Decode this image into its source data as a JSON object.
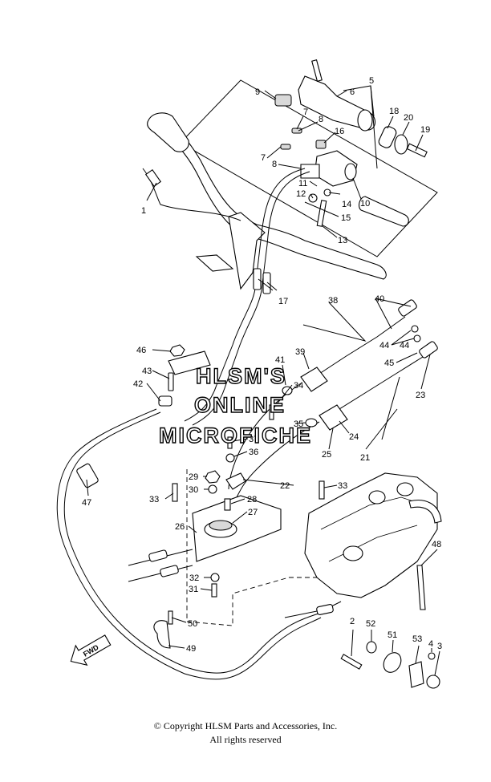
{
  "callouts": [
    {
      "label": "1"
    },
    {
      "label": "2"
    },
    {
      "label": "3"
    },
    {
      "label": "4"
    },
    {
      "label": "5"
    },
    {
      "label": "6"
    },
    {
      "label": "7"
    },
    {
      "label": "7"
    },
    {
      "label": "8"
    },
    {
      "label": "8"
    },
    {
      "label": "9"
    },
    {
      "label": "10"
    },
    {
      "label": "11"
    },
    {
      "label": "12"
    },
    {
      "label": "13"
    },
    {
      "label": "14"
    },
    {
      "label": "15"
    },
    {
      "label": "16"
    },
    {
      "label": "17"
    },
    {
      "label": "18"
    },
    {
      "label": "19"
    },
    {
      "label": "20"
    },
    {
      "label": "21"
    },
    {
      "label": "22"
    },
    {
      "label": "23"
    },
    {
      "label": "24"
    },
    {
      "label": "25"
    },
    {
      "label": "26"
    },
    {
      "label": "27"
    },
    {
      "label": "28"
    },
    {
      "label": "29"
    },
    {
      "label": "30"
    },
    {
      "label": "31"
    },
    {
      "label": "32"
    },
    {
      "label": "33"
    },
    {
      "label": "33"
    },
    {
      "label": "34"
    },
    {
      "label": "35"
    },
    {
      "label": "36"
    },
    {
      "label": "37"
    },
    {
      "label": "38"
    },
    {
      "label": "39"
    },
    {
      "label": "40"
    },
    {
      "label": "41"
    },
    {
      "label": "42"
    },
    {
      "label": "43"
    },
    {
      "label": "44"
    },
    {
      "label": "44"
    },
    {
      "label": "45"
    },
    {
      "label": "46"
    },
    {
      "label": "47"
    },
    {
      "label": "48"
    },
    {
      "label": "49"
    },
    {
      "label": "50"
    },
    {
      "label": "51"
    },
    {
      "label": "52"
    },
    {
      "label": "53"
    }
  ],
  "direction_label": "FWD",
  "watermark": {
    "line1": "HLSM'S",
    "line2": "ONLINE",
    "line3": "MICROFICHE"
  },
  "footer": {
    "copyright": "© Copyright HLSM Parts and Accessories, Inc.",
    "rights": "All rights reserved"
  }
}
